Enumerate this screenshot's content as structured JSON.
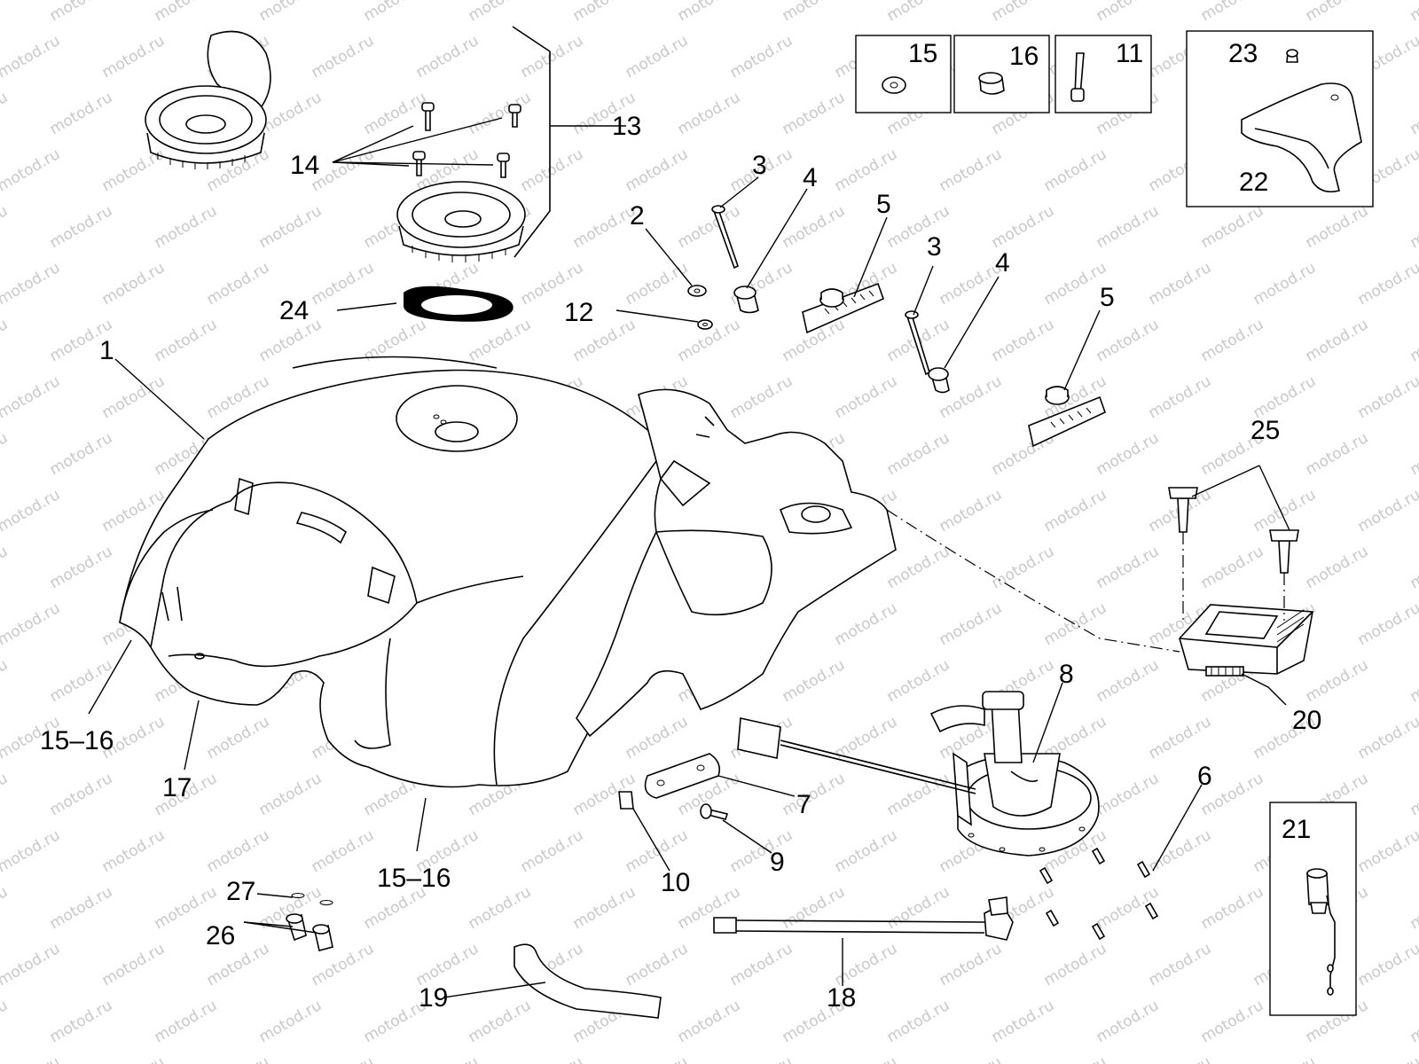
{
  "watermark": "motod.ru",
  "labels": {
    "l1": "1",
    "l2": "2",
    "l3a": "3",
    "l3b": "3",
    "l4a": "4",
    "l4b": "4",
    "l5a": "5",
    "l5b": "5",
    "l6": "6",
    "l7": "7",
    "l8": "8",
    "l9": "9",
    "l10": "10",
    "l11": "11",
    "l12": "12",
    "l13": "13",
    "l14": "14",
    "l15": "15",
    "l16": "16",
    "l15_16a": "15–16",
    "l15_16b": "15–16",
    "l17": "17",
    "l18": "18",
    "l19": "19",
    "l20": "20",
    "l21": "21",
    "l22": "22",
    "l23": "23",
    "l24": "24",
    "l25": "25",
    "l26": "26",
    "l27": "27"
  }
}
